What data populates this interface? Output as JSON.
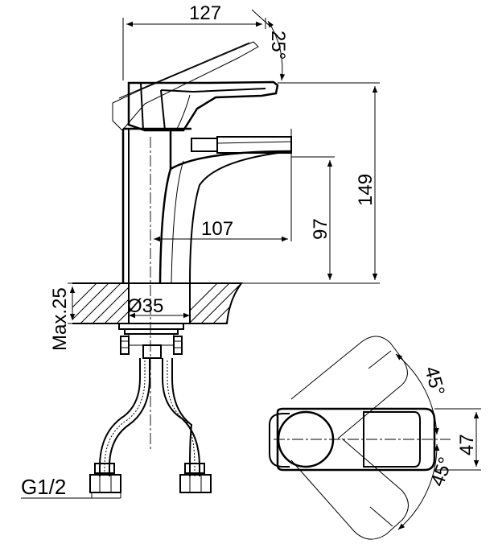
{
  "drawing": {
    "dimensions": {
      "total_length": "127",
      "lever_angle": "25°",
      "total_height": "149",
      "spout_height": "97",
      "spout_reach": "107",
      "hole_diameter": "Ø35",
      "max_thickness": "Max.25",
      "body_width": "47",
      "rotation_left": "45°",
      "rotation_right": "45°"
    },
    "labels": {
      "thread": "G1/2"
    }
  }
}
